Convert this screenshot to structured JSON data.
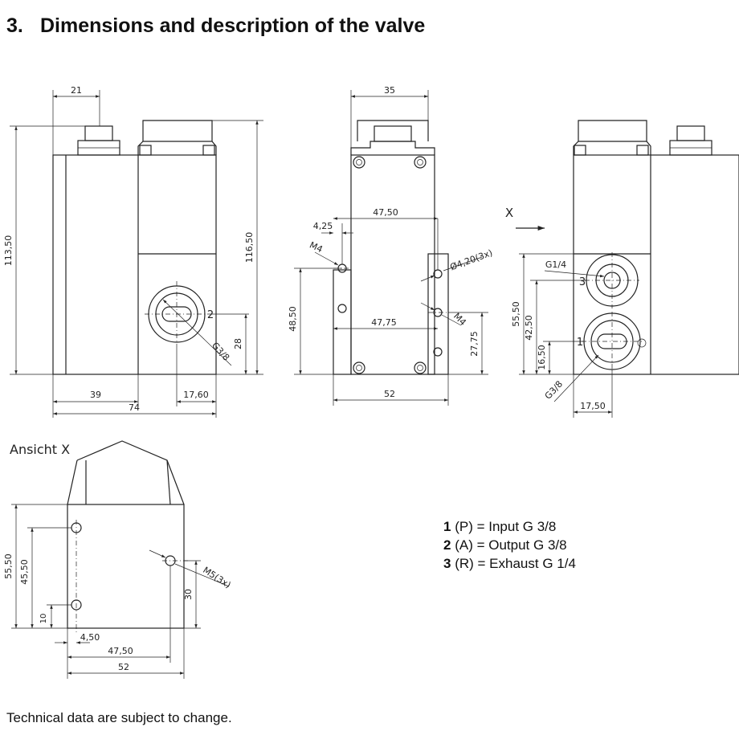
{
  "heading": {
    "number": "3.",
    "title": "Dimensions and description of the valve"
  },
  "side_view": {
    "dims": {
      "width_top": "21",
      "height_total": "113,50",
      "height_right": "116,50",
      "port_height": "28",
      "width_left": "39",
      "width_port": "17,60",
      "width_total": "74",
      "thread": "G3/8",
      "port_no": "2"
    }
  },
  "front_view": {
    "dims": {
      "width_top": "35",
      "offset": "4,25",
      "hole_span": "47,50",
      "thread_left": "M4",
      "hole_dia": "Ø4,20(3x)",
      "height_left": "48,50",
      "hole_span_2": "47,75",
      "thread_right": "M4",
      "height_right": "27,75",
      "width_total": "52"
    }
  },
  "port_view": {
    "view_marker": "X",
    "dims": {
      "thread_small": "G1/4",
      "port_no_small": "3",
      "port_no_large": "1",
      "height_1": "55,50",
      "height_2": "42,50",
      "height_3": "16,50",
      "thread_large": "G3/8",
      "width": "17,50"
    }
  },
  "view_x": {
    "title": "Ansicht X",
    "dims": {
      "height_1": "55,50",
      "height_2": "45,50",
      "height_3": "10",
      "offset": "4,50",
      "width_1": "47,50",
      "width_total": "52",
      "height_right": "30",
      "thread": "M5(3x)"
    }
  },
  "legend": [
    {
      "number": "1",
      "text": "(P) = Input G 3/8"
    },
    {
      "number": "2",
      "text": "(A) = Output G 3/8"
    },
    {
      "number": "3",
      "text": "(R) = Exhaust G 1/4"
    }
  ],
  "footnote": "Technical data are subject to change."
}
